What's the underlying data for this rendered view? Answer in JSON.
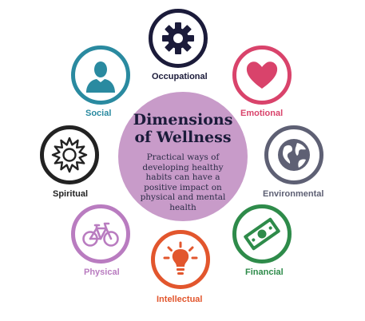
{
  "center": {
    "title_line1": "Dimensions",
    "title_line2": "of Wellness",
    "description": "Practical ways of developing healthy habits can have a positive impact on physical and mental health"
  },
  "dimensions": [
    {
      "label": "Occupational",
      "icon": "gear-icon",
      "color": "#1b1b3a"
    },
    {
      "label": "Emotional",
      "icon": "heart-icon",
      "color": "#d9436b"
    },
    {
      "label": "Environmental",
      "icon": "globe-icon",
      "color": "#5e6074"
    },
    {
      "label": "Financial",
      "icon": "money-icon",
      "color": "#2e8b4a"
    },
    {
      "label": "Intellectual",
      "icon": "lightbulb-icon",
      "color": "#e2562d"
    },
    {
      "label": "Physical",
      "icon": "bicycle-icon",
      "color": "#b97cc0"
    },
    {
      "label": "Spiritual",
      "icon": "sun-icon",
      "color": "#222222"
    },
    {
      "label": "Social",
      "icon": "person-icon",
      "color": "#2a8aa0"
    }
  ]
}
